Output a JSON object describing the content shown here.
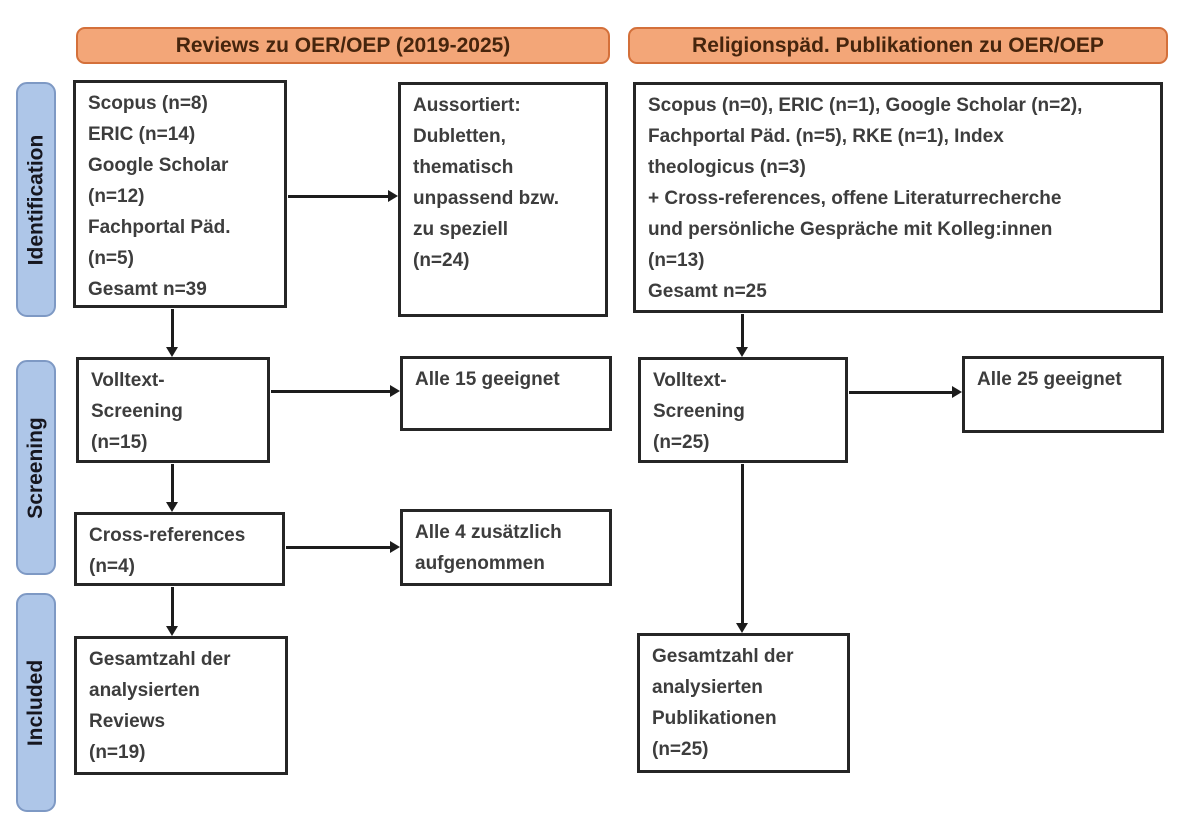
{
  "headers": {
    "left": "Reviews zu OER/OEP (2019-2025)",
    "right": "Religionspäd. Publikationen zu OER/OEP"
  },
  "stages": [
    {
      "id": "identification",
      "label": "Identification"
    },
    {
      "id": "screening",
      "label": "Screening"
    },
    {
      "id": "included",
      "label": "Included"
    }
  ],
  "boxes": {
    "left_sources": {
      "lines": [
        "Scopus (n=8)",
        "ERIC (n=14)",
        "Google Scholar",
        "(n=12)",
        "Fachportal Päd.",
        "(n=5)",
        "Gesamt n=39"
      ]
    },
    "left_excluded": {
      "lines": [
        "Aussortiert:",
        "Dubletten,",
        "thematisch",
        "unpassend bzw.",
        "zu speziell",
        "(n=24)"
      ]
    },
    "left_fulltext": {
      "lines": [
        "Volltext-",
        "Screening",
        "(n=15)"
      ]
    },
    "left_eligible": {
      "lines": [
        "Alle 15 geeignet"
      ]
    },
    "left_crossref": {
      "lines": [
        "Cross-references",
        "(n=4)"
      ]
    },
    "left_added": {
      "lines": [
        "Alle 4 zusätzlich",
        "aufgenommen"
      ]
    },
    "left_included": {
      "lines": [
        "Gesamtzahl der",
        "analysierten",
        "Reviews",
        "(n=19)"
      ]
    },
    "right_sources": {
      "lines": [
        "Scopus (n=0), ERIC (n=1), Google Scholar (n=2),",
        "Fachportal Päd. (n=5), RKE (n=1), Index",
        "theologicus (n=3)",
        "+ Cross-references, offene Literaturrecherche",
        "und persönliche Gespräche mit Kolleg:innen",
        "(n=13)",
        "Gesamt n=25"
      ]
    },
    "right_fulltext": {
      "lines": [
        "Volltext-",
        "Screening",
        "(n=25)"
      ]
    },
    "right_eligible": {
      "lines": [
        "Alle 25 geeignet"
      ]
    },
    "right_included": {
      "lines": [
        "Gesamtzahl der",
        "analysierten",
        "Publikationen",
        "(n=25)"
      ]
    }
  },
  "colors": {
    "header_fill": "#f3a678",
    "header_border": "#d4703a",
    "header_text": "#46250d",
    "stage_fill": "#aec6e8",
    "stage_border": "#7e99c4",
    "box_border": "#262626",
    "box_text": "#3d3d3d",
    "arrow": "#1c1c1c"
  }
}
